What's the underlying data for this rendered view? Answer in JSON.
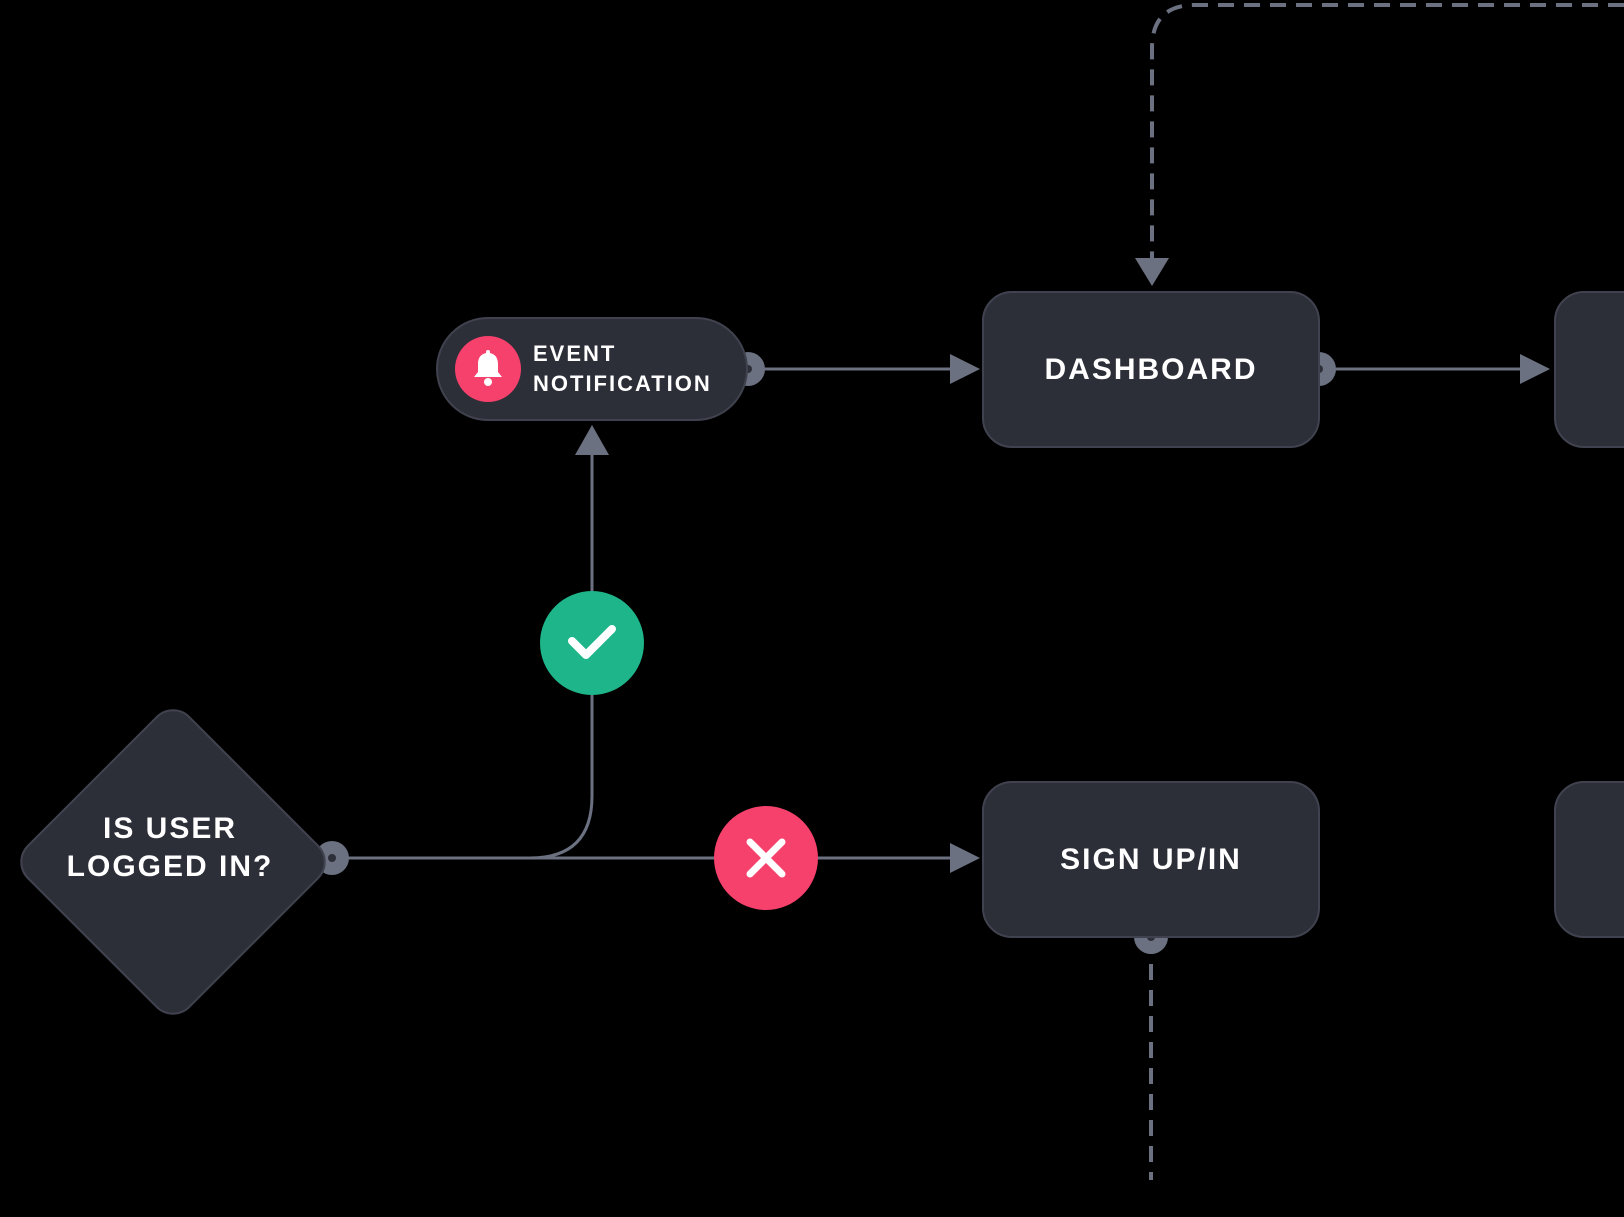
{
  "colors": {
    "background": "#000000",
    "node_fill": "#2c2e38",
    "node_border": "#40434f",
    "connector": "#6b7180",
    "success": "#1db589",
    "danger": "#f5416c",
    "text": "#ffffff"
  },
  "nodes": {
    "dashboard": {
      "label": "DASHBOARD"
    },
    "signup": {
      "label": "SIGN UP/IN"
    },
    "event_notification": {
      "label": "EVENT\nNOTIFICATION",
      "icon": "bell-icon"
    },
    "decision": {
      "label": "IS USER\nLOGGED IN?"
    }
  },
  "branches": {
    "yes_icon": "check-icon",
    "no_icon": "close-icon"
  }
}
